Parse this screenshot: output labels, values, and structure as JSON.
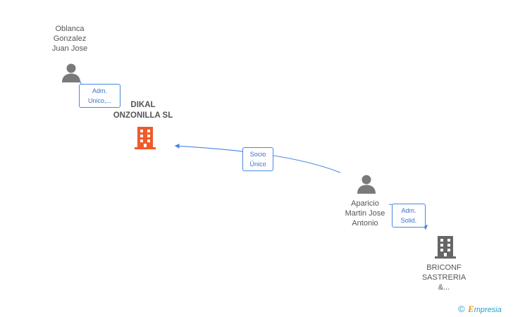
{
  "nodes": {
    "person1": {
      "lines": [
        "Oblanca",
        "Gonzalez",
        "Juan Jose"
      ],
      "icon": "person-icon"
    },
    "company_main": {
      "lines": [
        "DIKAL",
        "ONZONILLA SL"
      ],
      "icon": "building-icon",
      "color": "#f05a2a"
    },
    "person2": {
      "lines": [
        "Aparicio",
        "Martin Jose",
        "Antonio"
      ],
      "icon": "person-icon"
    },
    "company2": {
      "lines": [
        "BRICONF",
        "SASTRERIA",
        "&..."
      ],
      "icon": "building-icon",
      "color": "#666666"
    }
  },
  "edges": {
    "e1": {
      "lines": [
        "Adm.",
        "Unico,..."
      ]
    },
    "e2": {
      "lines": [
        "Socio",
        "Único"
      ]
    },
    "e3": {
      "lines": [
        "Adm.",
        "Solid."
      ]
    }
  },
  "footer": {
    "copyright_symbol": "©",
    "brand": "mpresia",
    "brand_initial": "E"
  },
  "colors": {
    "edge": "#4a86e0",
    "person": "#7a7a7a",
    "brand": "#f39200"
  }
}
